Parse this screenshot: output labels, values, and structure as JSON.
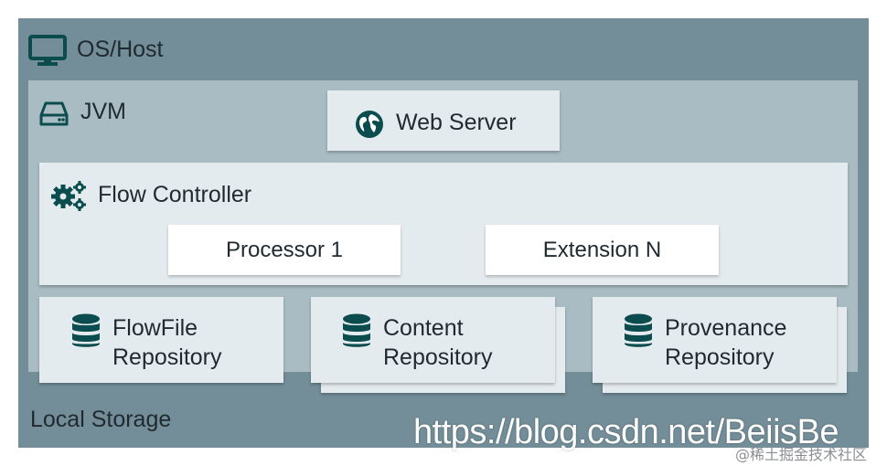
{
  "os": {
    "label": "OS/Host",
    "icon": "monitor-icon"
  },
  "jvm": {
    "label": "JVM",
    "icon": "hard-drive-icon"
  },
  "web_server": {
    "label": "Web Server",
    "icon": "globe-icon"
  },
  "flow_controller": {
    "label": "Flow Controller",
    "icon": "gears-icon",
    "processor": "Processor 1",
    "extension": "Extension N"
  },
  "repositories": [
    {
      "line1": "FlowFile",
      "line2": "Repository",
      "icon": "database-icon"
    },
    {
      "line1": "Content",
      "line2": "Repository",
      "icon": "database-icon"
    },
    {
      "line1": "Provenance",
      "line2": "Repository",
      "icon": "database-icon"
    }
  ],
  "local_storage": {
    "label": "Local Storage"
  },
  "watermark": {
    "url": "https://blog.csdn.net/BeiisBe",
    "credit": "@稀土掘金技术社区"
  },
  "colors": {
    "os_bg": "#738e99",
    "jvm_bg": "#a9bcc3",
    "panel_bg": "#e4ebee",
    "icon": "#0b4d4e"
  }
}
